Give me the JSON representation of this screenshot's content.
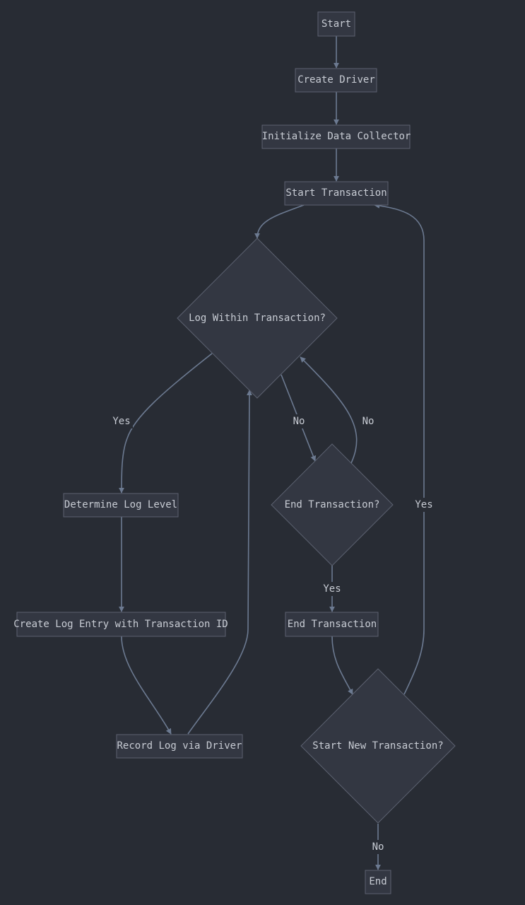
{
  "nodes": {
    "start": "Start",
    "create_driver": "Create Driver",
    "init_collector": "Initialize Data Collector",
    "start_transaction": "Start Transaction",
    "log_within": "Log Within Transaction?",
    "determine_level": "Determine Log Level",
    "create_entry": "Create Log Entry with Transaction ID",
    "record_log": "Record Log via Driver",
    "end_transaction_q": "End Transaction?",
    "end_transaction": "End Transaction",
    "start_new_q": "Start New Transaction?",
    "end": "End"
  },
  "edge_labels": {
    "log_yes": "Yes",
    "log_no": "No",
    "endq_no": "No",
    "endq_yes": "Yes",
    "new_yes": "Yes",
    "new_no": "No"
  },
  "colors": {
    "background": "#282c34",
    "node_fill": "#333742",
    "node_stroke": "#5c6170",
    "edge": "#6c7a91",
    "text": "#c8ccd4"
  }
}
